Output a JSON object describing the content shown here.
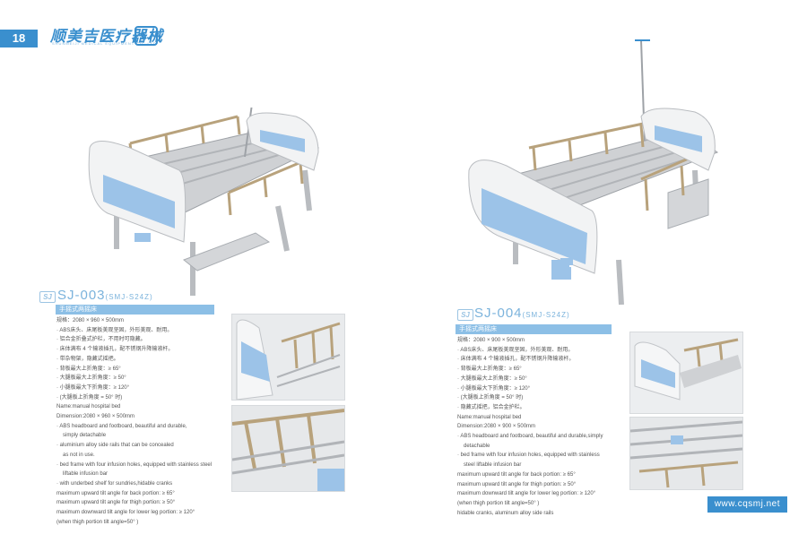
{
  "header": {
    "page_number": "18",
    "brand_cn": "顺美吉医疗器械",
    "brand_en": "SHUNMEIJI MEDICAL EQUIPMENT CO.,LTD",
    "logo": "SJ"
  },
  "products": [
    {
      "model": "SJ-003",
      "model_code": "(SMJ-S24Z)",
      "subtitle": "手摇式两摇床",
      "specs": [
        "规格：2080 × 960 × 500mm",
        "· ABS床头、床尾板美观坚固，外形美观、耐用。",
        "· 铝合金折叠式护栏，不用时可隐藏。",
        "· 床体满布 4 个输液插孔，配不锈钢升降输液杆。",
        "· 带杂物架，隐藏式摇把。",
        "· 背板最大上折角度：≥ 65°",
        "· 大腿板最大上折角度：≥ 50°",
        "· 小腿板最大下折角度：≥ 120°",
        "· (大腿板上折角度 = 50° 时)",
        "Name:manual hospital bed",
        "Dimension:2080 × 960 × 500mm",
        "· ABS headboard and footboard, beautiful and durable,",
        "  simply detachable",
        "· aluminium alloy side rails that can be concealed",
        "  as not in use.",
        "· bed frame with four infusion holes, equipped with stainless steel",
        "  liftable infusion bar",
        "· with underbed shelf for sundries,hidable cranks",
        "maximum upward tilt angle for back portion: ≥ 65°",
        "maximum upward tilt angle for thigh portion: ≥ 50°",
        "maximum downward tilt angle for lower leg portion: ≥ 120°",
        "(when thigh portion tilt angle=50° )"
      ]
    },
    {
      "model": "SJ-004",
      "model_code": "(SMJ-S24Z)",
      "subtitle": "手摇式两摇床",
      "specs": [
        "规格：2080 × 900 × 500mm",
        "· ABS床头、床尾板美观坚固，外形美观、耐用。",
        "· 床体满布 4 个输液插孔，配不锈钢升降输液杆。",
        "· 背板最大上折角度：≥ 65°",
        "· 大腿板最大上折角度：≥ 50°",
        "· 小腿板最大下折角度：≥ 120°",
        "· (大腿板上折角度 = 50° 时)",
        "· 隐藏式摇把，铝合金护栏。",
        "Name:manual hospital bed",
        "Dimension:2080 × 900 × 500mm",
        "· ABS headboard and footboard, beautiful and durable,simply",
        "  detachable",
        "· bed frame with four infusion holes, equipped with stainless",
        "  steel liftable infusion bar",
        "maximum upward tilt angle for back portion: ≥ 65°",
        "maximum upward tilt angle for thigh portion: ≥ 50°",
        "maximum downward tilt angle for lower leg portion: ≥ 120°",
        "(when thigh portion tilt angle=50° )",
        "hidable cranks, aluminum alloy side rails"
      ]
    }
  ],
  "footer": {
    "website": "www.cqsmj.net"
  },
  "colors": {
    "accent": "#3a8fce",
    "light_accent": "#8cbfe6",
    "panel_blue": "#9cc3e8",
    "rail_gold": "#b8a27c",
    "frame_gray": "#c7c9cc"
  }
}
